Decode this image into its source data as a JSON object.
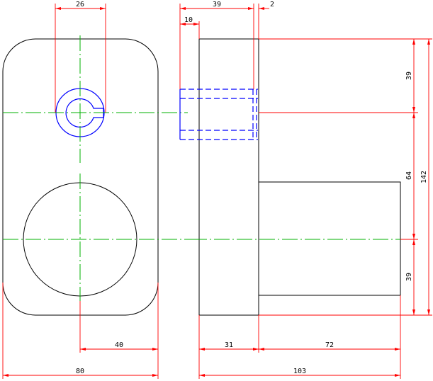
{
  "colors": {
    "outline": "#000000",
    "hidden_lines": "#0000ff",
    "center_lines": "#00b000",
    "dimensions": "#ff0000",
    "background": "#ffffff"
  },
  "dimensions": {
    "keyway_width": "26",
    "side_hole_offset": "10",
    "side_top_width": "39",
    "side_gap": "2",
    "right_top": "39",
    "right_middle": "64",
    "right_bottom": "39",
    "right_total": "142",
    "front_half_width": "40",
    "front_width": "80",
    "side_left_width": "31",
    "side_right_width": "72",
    "side_total_width": "103"
  }
}
